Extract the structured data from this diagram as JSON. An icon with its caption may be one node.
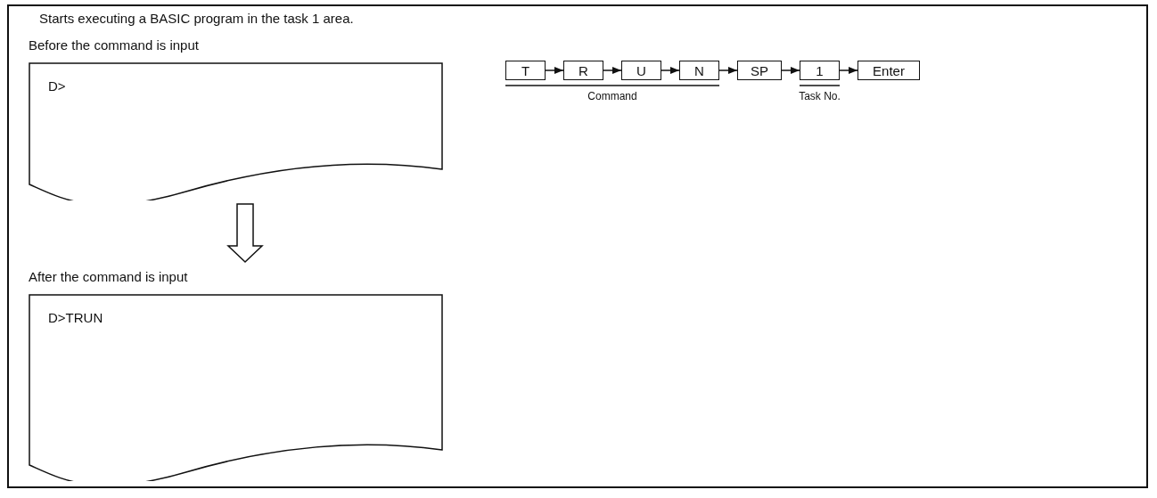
{
  "diagram": {
    "title": "Starts executing a BASIC program in the task 1 area.",
    "nodes": [
      {
        "text": [
          "Before the command is input",
          "D>"
        ]
      },
      {
        "text": [
          "After the command is input",
          "D>TRUN"
        ]
      },
      {
        "text": [
          "T"
        ]
      },
      {
        "text": [
          "R"
        ]
      },
      {
        "text": [
          "U"
        ]
      },
      {
        "text": [
          "N"
        ]
      },
      {
        "text": [
          "SP"
        ]
      },
      {
        "text": [
          "1"
        ]
      },
      {
        "text": [
          "Enter"
        ]
      }
    ],
    "edges": [
      {
        "from": 0,
        "to": 1,
        "arrow": "to"
      },
      {
        "from": 2,
        "to": 3,
        "arrow": "to"
      },
      {
        "from": 3,
        "to": 4,
        "arrow": "to"
      },
      {
        "from": 4,
        "to": 5,
        "arrow": "to"
      },
      {
        "from": 5,
        "to": 6,
        "arrow": "to"
      },
      {
        "from": 6,
        "to": 7,
        "arrow": "to"
      },
      {
        "from": 7,
        "to": 8,
        "arrow": "to"
      }
    ],
    "labels": [
      "Command",
      "Task No."
    ]
  }
}
